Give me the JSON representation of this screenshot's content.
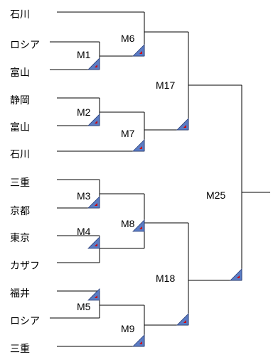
{
  "teams": [
    "石川",
    "ロシア",
    "富山",
    "静岡",
    "富山",
    "石川",
    "三重",
    "京都",
    "東京",
    "カザフ",
    "福井",
    "ロシア",
    "三重"
  ],
  "matches": [
    "M1",
    "M6",
    "M2",
    "M7",
    "M17",
    "M3",
    "M8",
    "M4",
    "M25",
    "M18",
    "M5",
    "M9"
  ],
  "colors": {
    "line": "#000000",
    "marker_fill": "#5b7cc4",
    "marker_dot": "#d40000"
  }
}
